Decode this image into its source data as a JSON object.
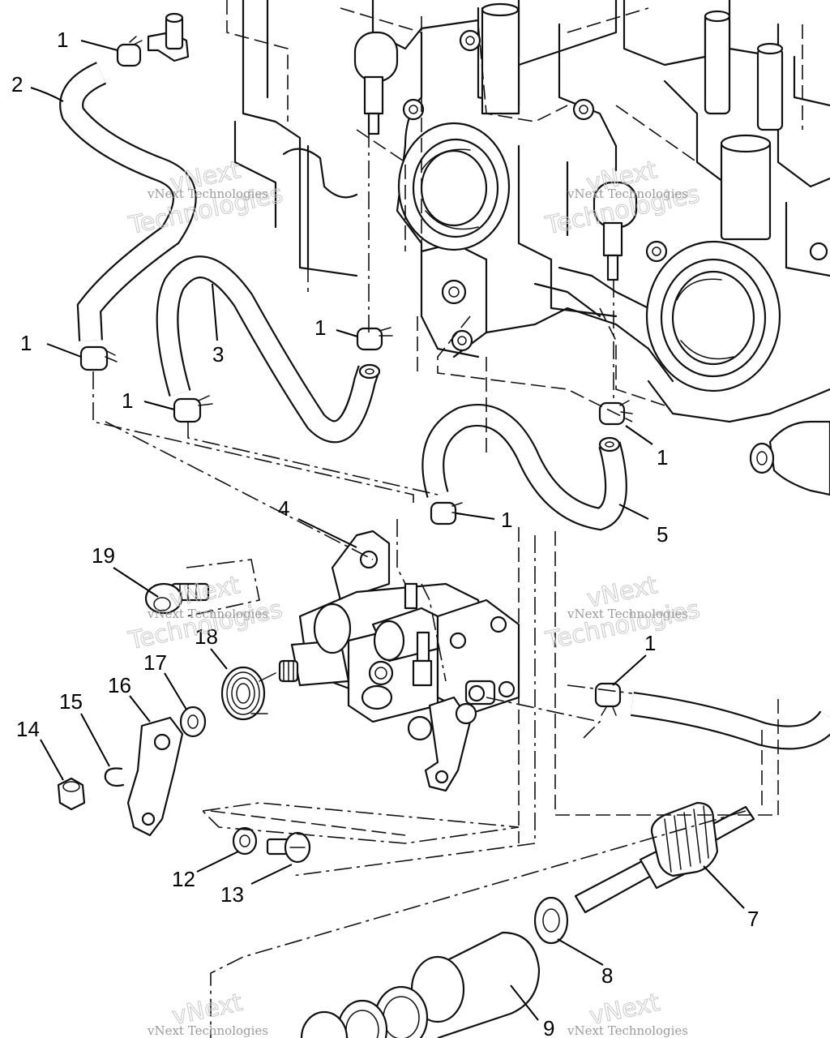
{
  "watermark": {
    "line1": "vNext",
    "line2": "Technologies",
    "small": "vNext Technologies"
  },
  "callouts": {
    "c1a": "1",
    "c1b": "1",
    "c1c": "1",
    "c1d": "1",
    "c1e": "1",
    "c1f": "1",
    "c1g": "1",
    "c2": "2",
    "c3": "3",
    "c4": "4",
    "c5": "5",
    "c7": "7",
    "c8": "8",
    "c9": "9",
    "c12": "12",
    "c13": "13",
    "c14": "14",
    "c15": "15",
    "c16": "16",
    "c17": "17",
    "c18": "18",
    "c19": "19"
  }
}
